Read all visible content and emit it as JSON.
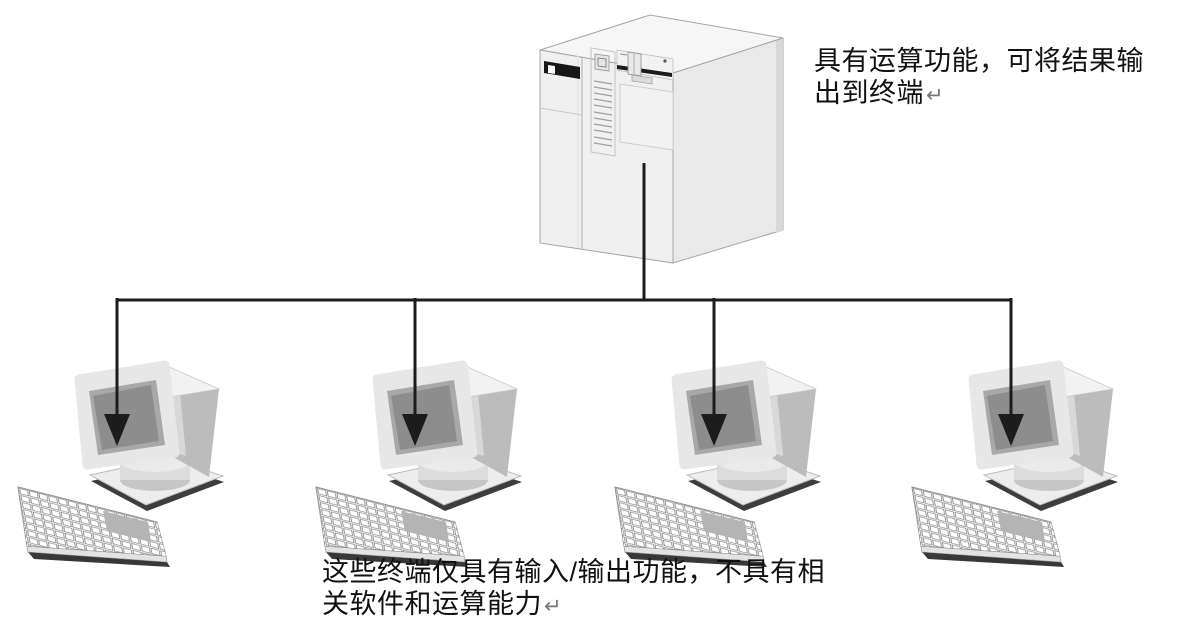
{
  "page": {
    "background": "#ffffff",
    "kind": "architecture diagram: central mainframe connected to four dumb terminals"
  },
  "palette": {
    "connector_line": "#1c1c1c",
    "device_body_light": "#efefef",
    "device_side_gray": "#c0c0c0",
    "screen_dark": "#8d8d8d",
    "shadow_dark": "#3a3a3a",
    "text_color": "#111111",
    "return_mark_color": "#777777"
  },
  "icons": {
    "mainframe": "mainframe-tower-icon",
    "terminal": "terminal-workstation-icon",
    "connector": "bus-line-with-down-arrows"
  },
  "diagram": {
    "terminal_count": 4
  },
  "annotations": {
    "mainframe_note": {
      "lines": [
        "具有运算功能，可将结果输",
        "出到终端"
      ],
      "return_mark": "↵"
    },
    "terminals_note": {
      "lines": [
        "这些终端仅具有输入/输出功能，不具有相",
        "关软件和运算能力"
      ],
      "return_mark": "↵"
    }
  }
}
